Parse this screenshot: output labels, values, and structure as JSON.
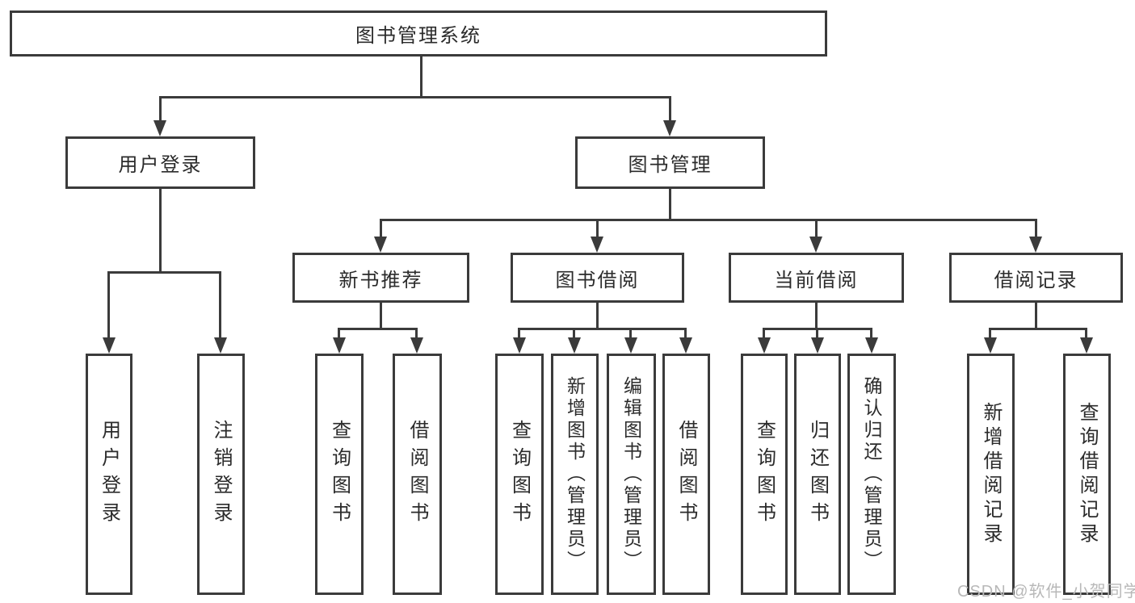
{
  "colors": {
    "background": "#ffffff",
    "line": "#3b3b3b",
    "box_border": "#3b3b3b",
    "text": "#2b2b2b",
    "watermark_text": "#b8b8b8"
  },
  "tree": {
    "root": {
      "label": "图书管理系统"
    },
    "branches": [
      {
        "label": "用户登录",
        "children": [
          {
            "label": "用户登录"
          },
          {
            "label": "注销登录"
          }
        ]
      },
      {
        "label": "图书管理",
        "groups": [
          {
            "label": "新书推荐",
            "children": [
              {
                "label": "查询图书"
              },
              {
                "label": "借阅图书"
              }
            ]
          },
          {
            "label": "图书借阅",
            "children": [
              {
                "label": "查询图书"
              },
              {
                "label": "新增图书（管理员）"
              },
              {
                "label": "编辑图书（管理员）"
              },
              {
                "label": "借阅图书"
              }
            ]
          },
          {
            "label": "当前借阅",
            "children": [
              {
                "label": "查询图书"
              },
              {
                "label": "归还图书"
              },
              {
                "label": "确认归还（管理员）"
              }
            ]
          },
          {
            "label": "借阅记录",
            "children": [
              {
                "label": "新增借阅记录"
              },
              {
                "label": "查询借阅记录"
              }
            ]
          }
        ]
      }
    ]
  },
  "watermark": {
    "text": "CSDN @软件_小贺同学"
  }
}
